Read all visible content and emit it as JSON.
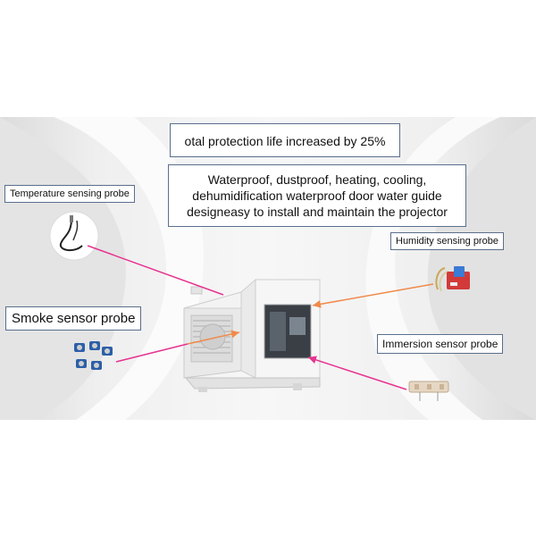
{
  "headline": {
    "protection_life": "otal protection life increased by 25%",
    "features": [
      "Waterproof, dustproof, heating, cooling,",
      "dehumidification waterproof door water guide",
      "designeasy to install and maintain the projector"
    ]
  },
  "probes": {
    "temperature": "Temperature sensing probe",
    "smoke": "Smoke sensor probe",
    "humidity": "Humidity sensing probe",
    "immersion": "Immersion sensor probe"
  },
  "colors": {
    "pointer_pink": "#e7338f",
    "pointer_orange": "#f08a4b",
    "label_border": "#5a6f8c"
  }
}
